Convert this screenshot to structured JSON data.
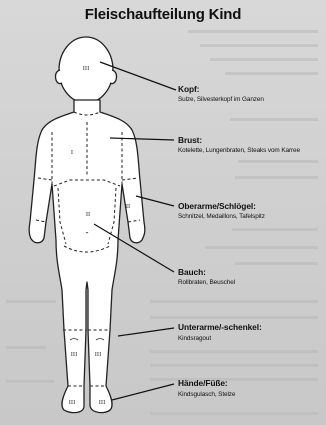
{
  "title": "Fleischaufteilung Kind",
  "parts": [
    {
      "label": "Kopf:",
      "desc": "Sulze, Silvesterkopf im Ganzen",
      "marker": "III"
    },
    {
      "label": "Brust:",
      "desc": "Kotelette, Lungenbraten, Steaks vom Karree",
      "marker": "I"
    },
    {
      "label": "Oberarme/Schlögel:",
      "desc": "Schnitzel, Medaillons, Tafelspitz",
      "marker": "II"
    },
    {
      "label": "Bauch:",
      "desc": "Rollbraten, Beuschel",
      "marker": "II"
    },
    {
      "label": "Unterarme/-schenkel:",
      "desc": "Kindsragout",
      "marker": "III"
    },
    {
      "label": "Hände/Füße:",
      "desc": "Kindsgulasch, Stelze",
      "marker": "III"
    }
  ]
}
